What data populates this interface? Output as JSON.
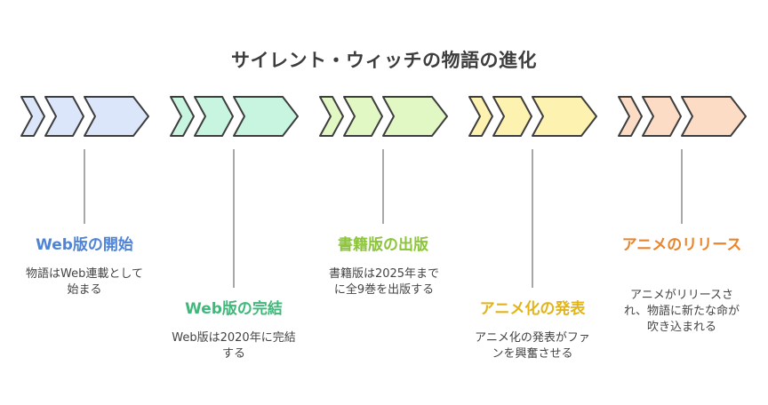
{
  "title": "サイレント・ウィッチの物語の進化",
  "stages": [
    {
      "title": "Web版の開始",
      "desc": "物語はWeb連載として始まる",
      "accent": "#4f83d6",
      "fill": "#dbe6fa",
      "stroke": "#3d3d3d"
    },
    {
      "title": "Web版の完結",
      "desc": "Web版は2020年に完結する",
      "accent": "#3fb87a",
      "fill": "#c8f5e0",
      "stroke": "#3d3d3d"
    },
    {
      "title": "書籍版の出版",
      "desc": "書籍版は2025年までに全9巻を出版する",
      "accent": "#8cc43a",
      "fill": "#e2f8c4",
      "stroke": "#3d3d3d"
    },
    {
      "title": "アニメ化の発表",
      "desc": "アニメ化の発表がファンを興奮させる",
      "accent": "#e2b41a",
      "fill": "#fdf2b0",
      "stroke": "#3d3d3d"
    },
    {
      "title": "アニメのリリース",
      "desc": "アニメがリリースされ、物語に新たな命が吹き込まれる",
      "accent": "#e6862f",
      "fill": "#fcdcc4",
      "stroke": "#3d3d3d"
    }
  ]
}
